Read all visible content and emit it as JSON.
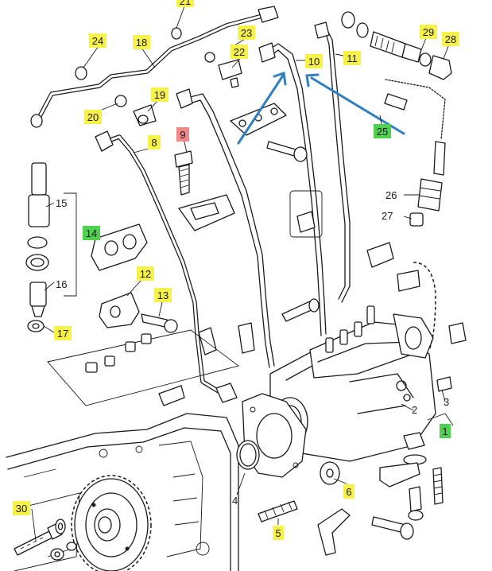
{
  "colors": {
    "callout_yellow": "#f6f24a",
    "callout_green": "#4fd04f",
    "callout_red": "#f08a8a",
    "arrow_blue": "#2f7fc1",
    "line": "#1a1a1a"
  },
  "callouts": [
    {
      "id": "c1",
      "label": "1",
      "style": "green"
    },
    {
      "id": "c5",
      "label": "5",
      "style": "yellow"
    },
    {
      "id": "c6",
      "label": "6",
      "style": "yellow"
    },
    {
      "id": "c8",
      "label": "8",
      "style": "yellow"
    },
    {
      "id": "c9",
      "label": "9",
      "style": "red"
    },
    {
      "id": "c10",
      "label": "10",
      "style": "yellow"
    },
    {
      "id": "c11",
      "label": "11",
      "style": "yellow"
    },
    {
      "id": "c12",
      "label": "12",
      "style": "yellow"
    },
    {
      "id": "c13",
      "label": "13",
      "style": "yellow"
    },
    {
      "id": "c14",
      "label": "14",
      "style": "green"
    },
    {
      "id": "c17",
      "label": "17",
      "style": "yellow"
    },
    {
      "id": "c18",
      "label": "18",
      "style": "yellow"
    },
    {
      "id": "c19",
      "label": "19",
      "style": "yellow"
    },
    {
      "id": "c20",
      "label": "20",
      "style": "yellow"
    },
    {
      "id": "c21",
      "label": "21",
      "style": "yellow"
    },
    {
      "id": "c22",
      "label": "22",
      "style": "yellow"
    },
    {
      "id": "c23",
      "label": "23",
      "style": "yellow"
    },
    {
      "id": "c24",
      "label": "24",
      "style": "yellow"
    },
    {
      "id": "c25",
      "label": "25",
      "style": "green"
    },
    {
      "id": "c28",
      "label": "28",
      "style": "yellow"
    },
    {
      "id": "c29",
      "label": "29",
      "style": "yellow"
    },
    {
      "id": "c30",
      "label": "30",
      "style": "yellow"
    }
  ],
  "plain_labels": [
    {
      "id": "p2",
      "label": "2"
    },
    {
      "id": "p3",
      "label": "3"
    },
    {
      "id": "p4",
      "label": "4"
    },
    {
      "id": "p15",
      "label": "15"
    },
    {
      "id": "p16",
      "label": "16"
    },
    {
      "id": "p26",
      "label": "26"
    },
    {
      "id": "p27",
      "label": "27"
    }
  ]
}
